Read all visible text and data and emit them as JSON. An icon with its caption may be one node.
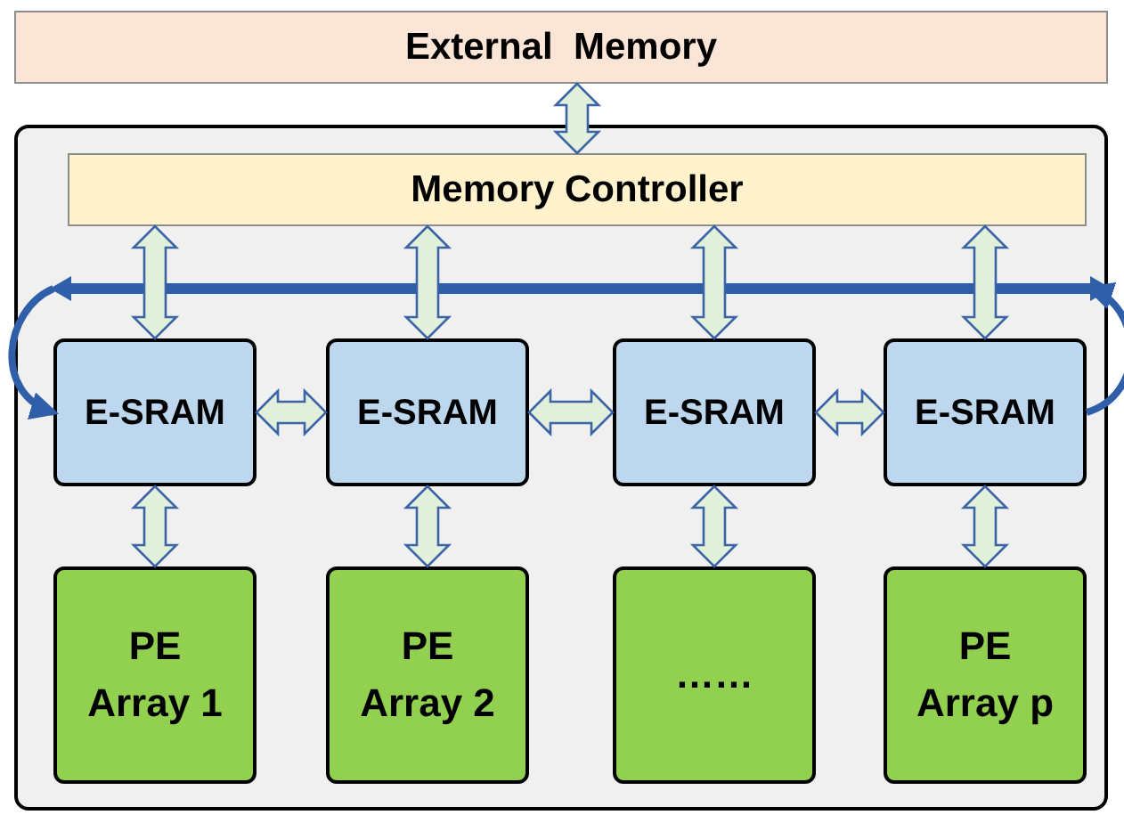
{
  "diagram": {
    "nodes": [
      {
        "text": [
          "External  Memory"
        ]
      },
      {
        "text": [],
        "shape": "box"
      },
      {
        "text": [
          "Memory Controller"
        ],
        "in": 1
      },
      {
        "text": [],
        "shape": "bar",
        "in": 1
      },
      {
        "text": [
          "E-SRAM"
        ],
        "in": 1
      },
      {
        "text": [
          "E-SRAM"
        ],
        "in": 1
      },
      {
        "text": [
          "E-SRAM"
        ],
        "in": 1
      },
      {
        "text": [
          "E-SRAM"
        ],
        "in": 1
      },
      {
        "text": [
          "PE Array 1"
        ],
        "in": 1
      },
      {
        "text": [
          "PE Array 2"
        ],
        "in": 1
      },
      {
        "text": [
          "……"
        ],
        "in": 1
      },
      {
        "text": [
          "PE Array p"
        ],
        "in": 1
      }
    ],
    "edges": [
      {
        "from": 0,
        "to": 2,
        "arrow": "both"
      },
      {
        "from": 2,
        "to": 4,
        "arrow": "both"
      },
      {
        "from": 2,
        "to": 5,
        "arrow": "both"
      },
      {
        "from": 2,
        "to": 6,
        "arrow": "both"
      },
      {
        "from": 2,
        "to": 7,
        "arrow": "both"
      },
      {
        "from": 4,
        "to": 5,
        "arrow": "both"
      },
      {
        "from": 5,
        "to": 6,
        "arrow": "both"
      },
      {
        "from": 6,
        "to": 7,
        "arrow": "both"
      },
      {
        "from": 4,
        "to": 8,
        "arrow": "both"
      },
      {
        "from": 5,
        "to": 9,
        "arrow": "both"
      },
      {
        "from": 6,
        "to": 10,
        "arrow": "both"
      },
      {
        "from": 7,
        "to": 11,
        "arrow": "both"
      },
      {
        "from": 3,
        "to": 4,
        "arrow": "to"
      },
      {
        "from": 7,
        "to": 3,
        "arrow": "to"
      }
    ]
  }
}
